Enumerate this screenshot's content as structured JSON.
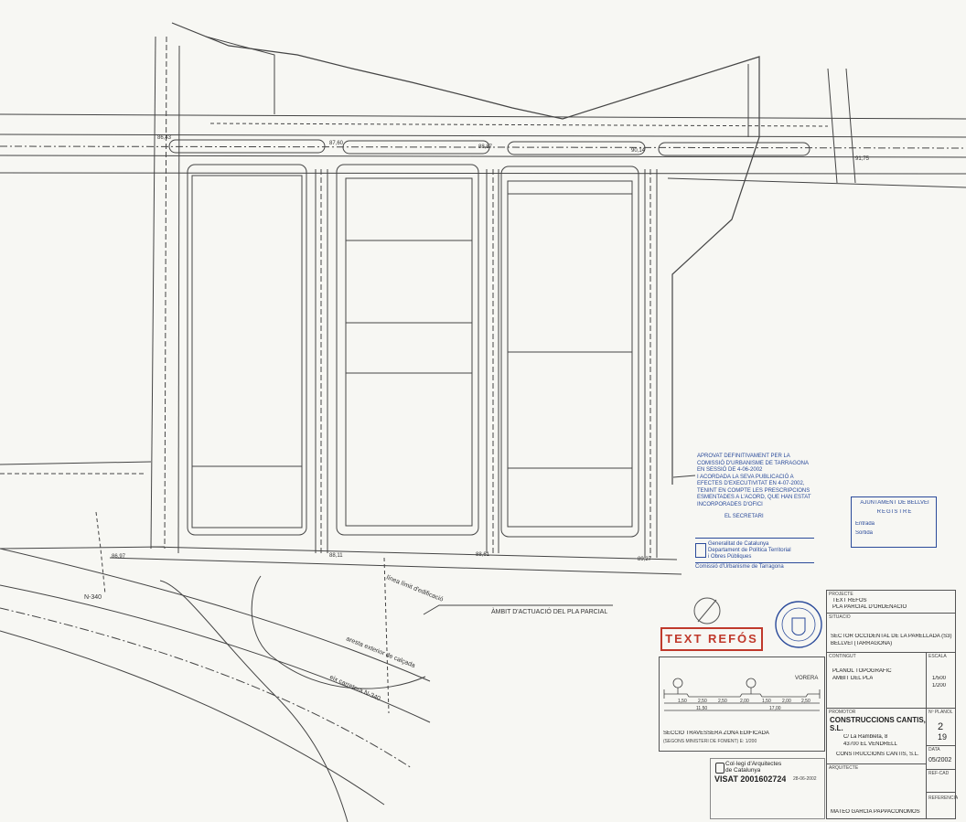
{
  "plan": {
    "street_levels": [
      "86,43",
      "87,60",
      "88,87",
      "90,14",
      "91,75"
    ],
    "bottom_levels": [
      "86,97",
      "88,11",
      "88,61",
      "89,27"
    ],
    "road_label": "N-340",
    "labels": {
      "building_line": "línea límit d'edificació",
      "road_edge": "aresta exterior de calçada",
      "road_axis": "eix carretera N-340",
      "ambit": "ÀMBIT D'ACTUACIÓ DEL PLA PARCIAL"
    }
  },
  "approval_stamp": {
    "lines": [
      "APROVAT DEFINITIVAMENT PER LA",
      "COMISSIÓ D'URBANISME DE TARRAGONA",
      "EN SESSIÓ DE 4-06-2002",
      "I ACORDADA LA SEVA PUBLICACIÓ A",
      "EFECTES D'EXECUTIVITAT EN 4-07-2002,",
      "TENINT EN COMPTE LES PRESCRIPCIONS",
      "ESMENTADES A L'ACORD, QUE HAN ESTAT",
      "INCORPORADES D'OFICI"
    ],
    "secretary": "EL SECRETARI",
    "generalitat": [
      "Generalitat de Catalunya",
      "Departament de Política Territorial",
      "i Obres Públiques"
    ],
    "commission": "Comissió d'Urbanisme de Tarragona"
  },
  "registry_stamp": {
    "title": "AJUNTAMENT DE BELLVEI",
    "subtitle": "REGISTRE",
    "rows": [
      "Entrada",
      "Sortida"
    ]
  },
  "text_refos_stamp": "TEXT REFÓS",
  "title_block": {
    "project_label": "PROJECTE",
    "project": [
      "TEXT REFÓS",
      "PLA PARCIAL D'ORDENACIÓ"
    ],
    "situation_label": "SITUACIÓ",
    "situation": [
      "SECTOR OCCIDENTAL DE LA PARELLADA (S3)",
      "BELLVEI  (TARRAGONA)"
    ],
    "content_label": "CONTINGUT",
    "content": [
      "PLÀNOL TOPOGRÀFIC",
      "ÀMBIT DEL PLÀ"
    ],
    "scale_label": "ESCALA",
    "scale": [
      "1/500",
      "1/200"
    ],
    "section_caption": "SECCIÓ TRAVESSERA ZONA EDIFICADA",
    "section_subcaption": "(SEGONS MINISTERI DE FOMENT)  E: 1/200",
    "vorera": "VORERA",
    "section_dims": [
      "1,50",
      "2,50",
      "2,50",
      "2,00",
      "1,50",
      "2,00",
      "2,50"
    ],
    "section_totals": [
      "11,50",
      "17,00"
    ],
    "promoter_label": "PROMOTOR",
    "promoter": "CONSTRUCCIONS CANTIS, S.L.",
    "promoter_address": [
      "C/ La Rambleta, 8",
      "43700 EL VENDRELL"
    ],
    "promoter_name2": "CONSTRUCCIONS CANTIS, S.L.",
    "plan_no_label": "Nº PLÀNOL",
    "plan_no": "2",
    "plan_total": "19",
    "date_label": "DATA",
    "date": "05/2002",
    "architect_label": "ARQUITECTE",
    "architect": "MATEO GARCIA PAPPACONOMOS",
    "ref_label": "REF-CAD",
    "ref_label2": "REFERÈNCIA"
  },
  "visat": {
    "college": [
      "Col·legi d'Arquitectes",
      "de Catalunya"
    ],
    "number": "VISAT 2001602724",
    "date": "28-06-2002"
  }
}
